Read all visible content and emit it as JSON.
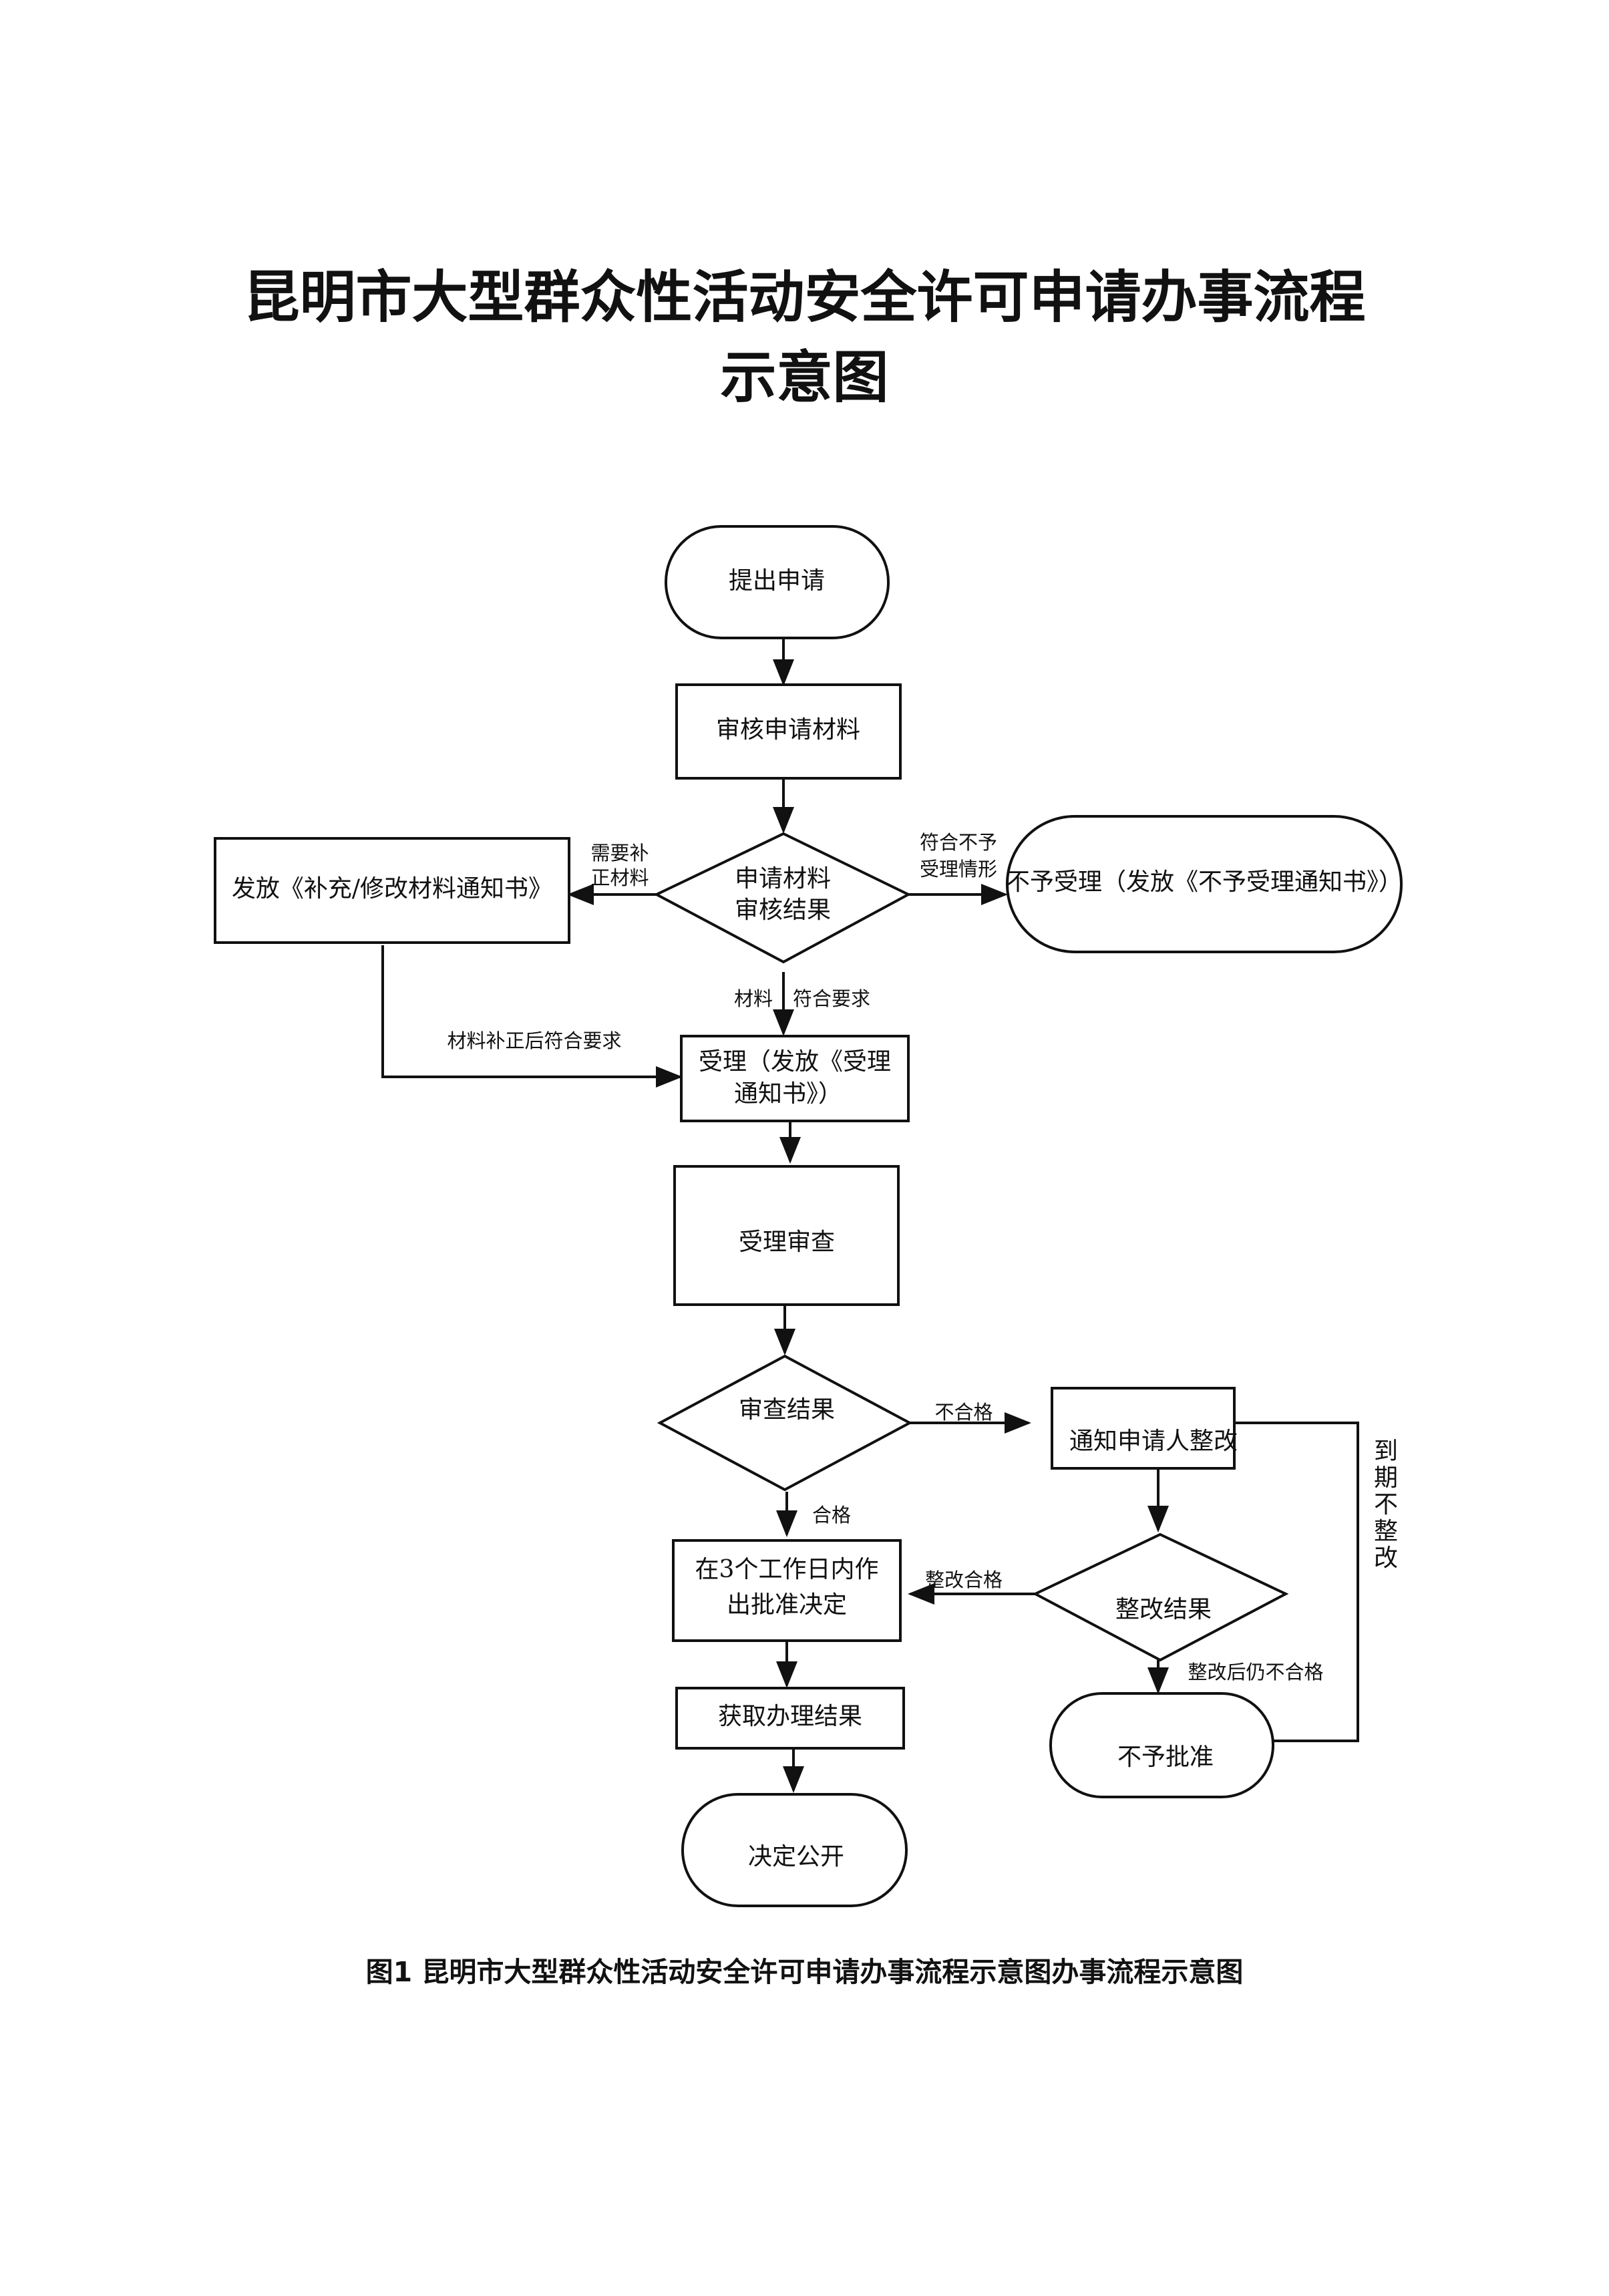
{
  "title": {
    "line1": "昆明市大型群众性活动安全许可申请办事流程",
    "line2": "示意图"
  },
  "caption": "图1 昆明市大型群众性活动安全许可申请办事流程示意图办事流程示意图",
  "nodes": {
    "submit": "提出申请",
    "review_materials": "审核申请材料",
    "review_result": [
      "申请材料",
      "审核结果"
    ],
    "notice_supplement": "发放《补充/修改材料通知书》",
    "reject_accept": "不予受理（发放《不予受理通知书》）",
    "accept": [
      "受理（发放《受理",
      "通知书》）"
    ],
    "accept_review": "受理审查",
    "check_result": "审查结果",
    "notify_rectify": "通知申请人整改",
    "rectify_result": "整改结果",
    "approve_decision": [
      "在3个工作日内作",
      "出批准决定"
    ],
    "obtain_result": "获取办理结果",
    "not_approved": "不予批准",
    "publish": "决定公开"
  },
  "edges": {
    "need_fix": [
      "需要补",
      "正材料"
    ],
    "not_eligible": [
      "符合不予",
      "受理情形"
    ],
    "materials_ok": [
      "材料",
      "符合要求"
    ],
    "fixed_ok": "材料补正后符合要求",
    "failed": "不合格",
    "passed": "合格",
    "rectified_ok": "整改合格",
    "still_failed": "整改后仍不合格",
    "overdue": [
      "到",
      "期",
      "不",
      "整",
      "改"
    ]
  }
}
